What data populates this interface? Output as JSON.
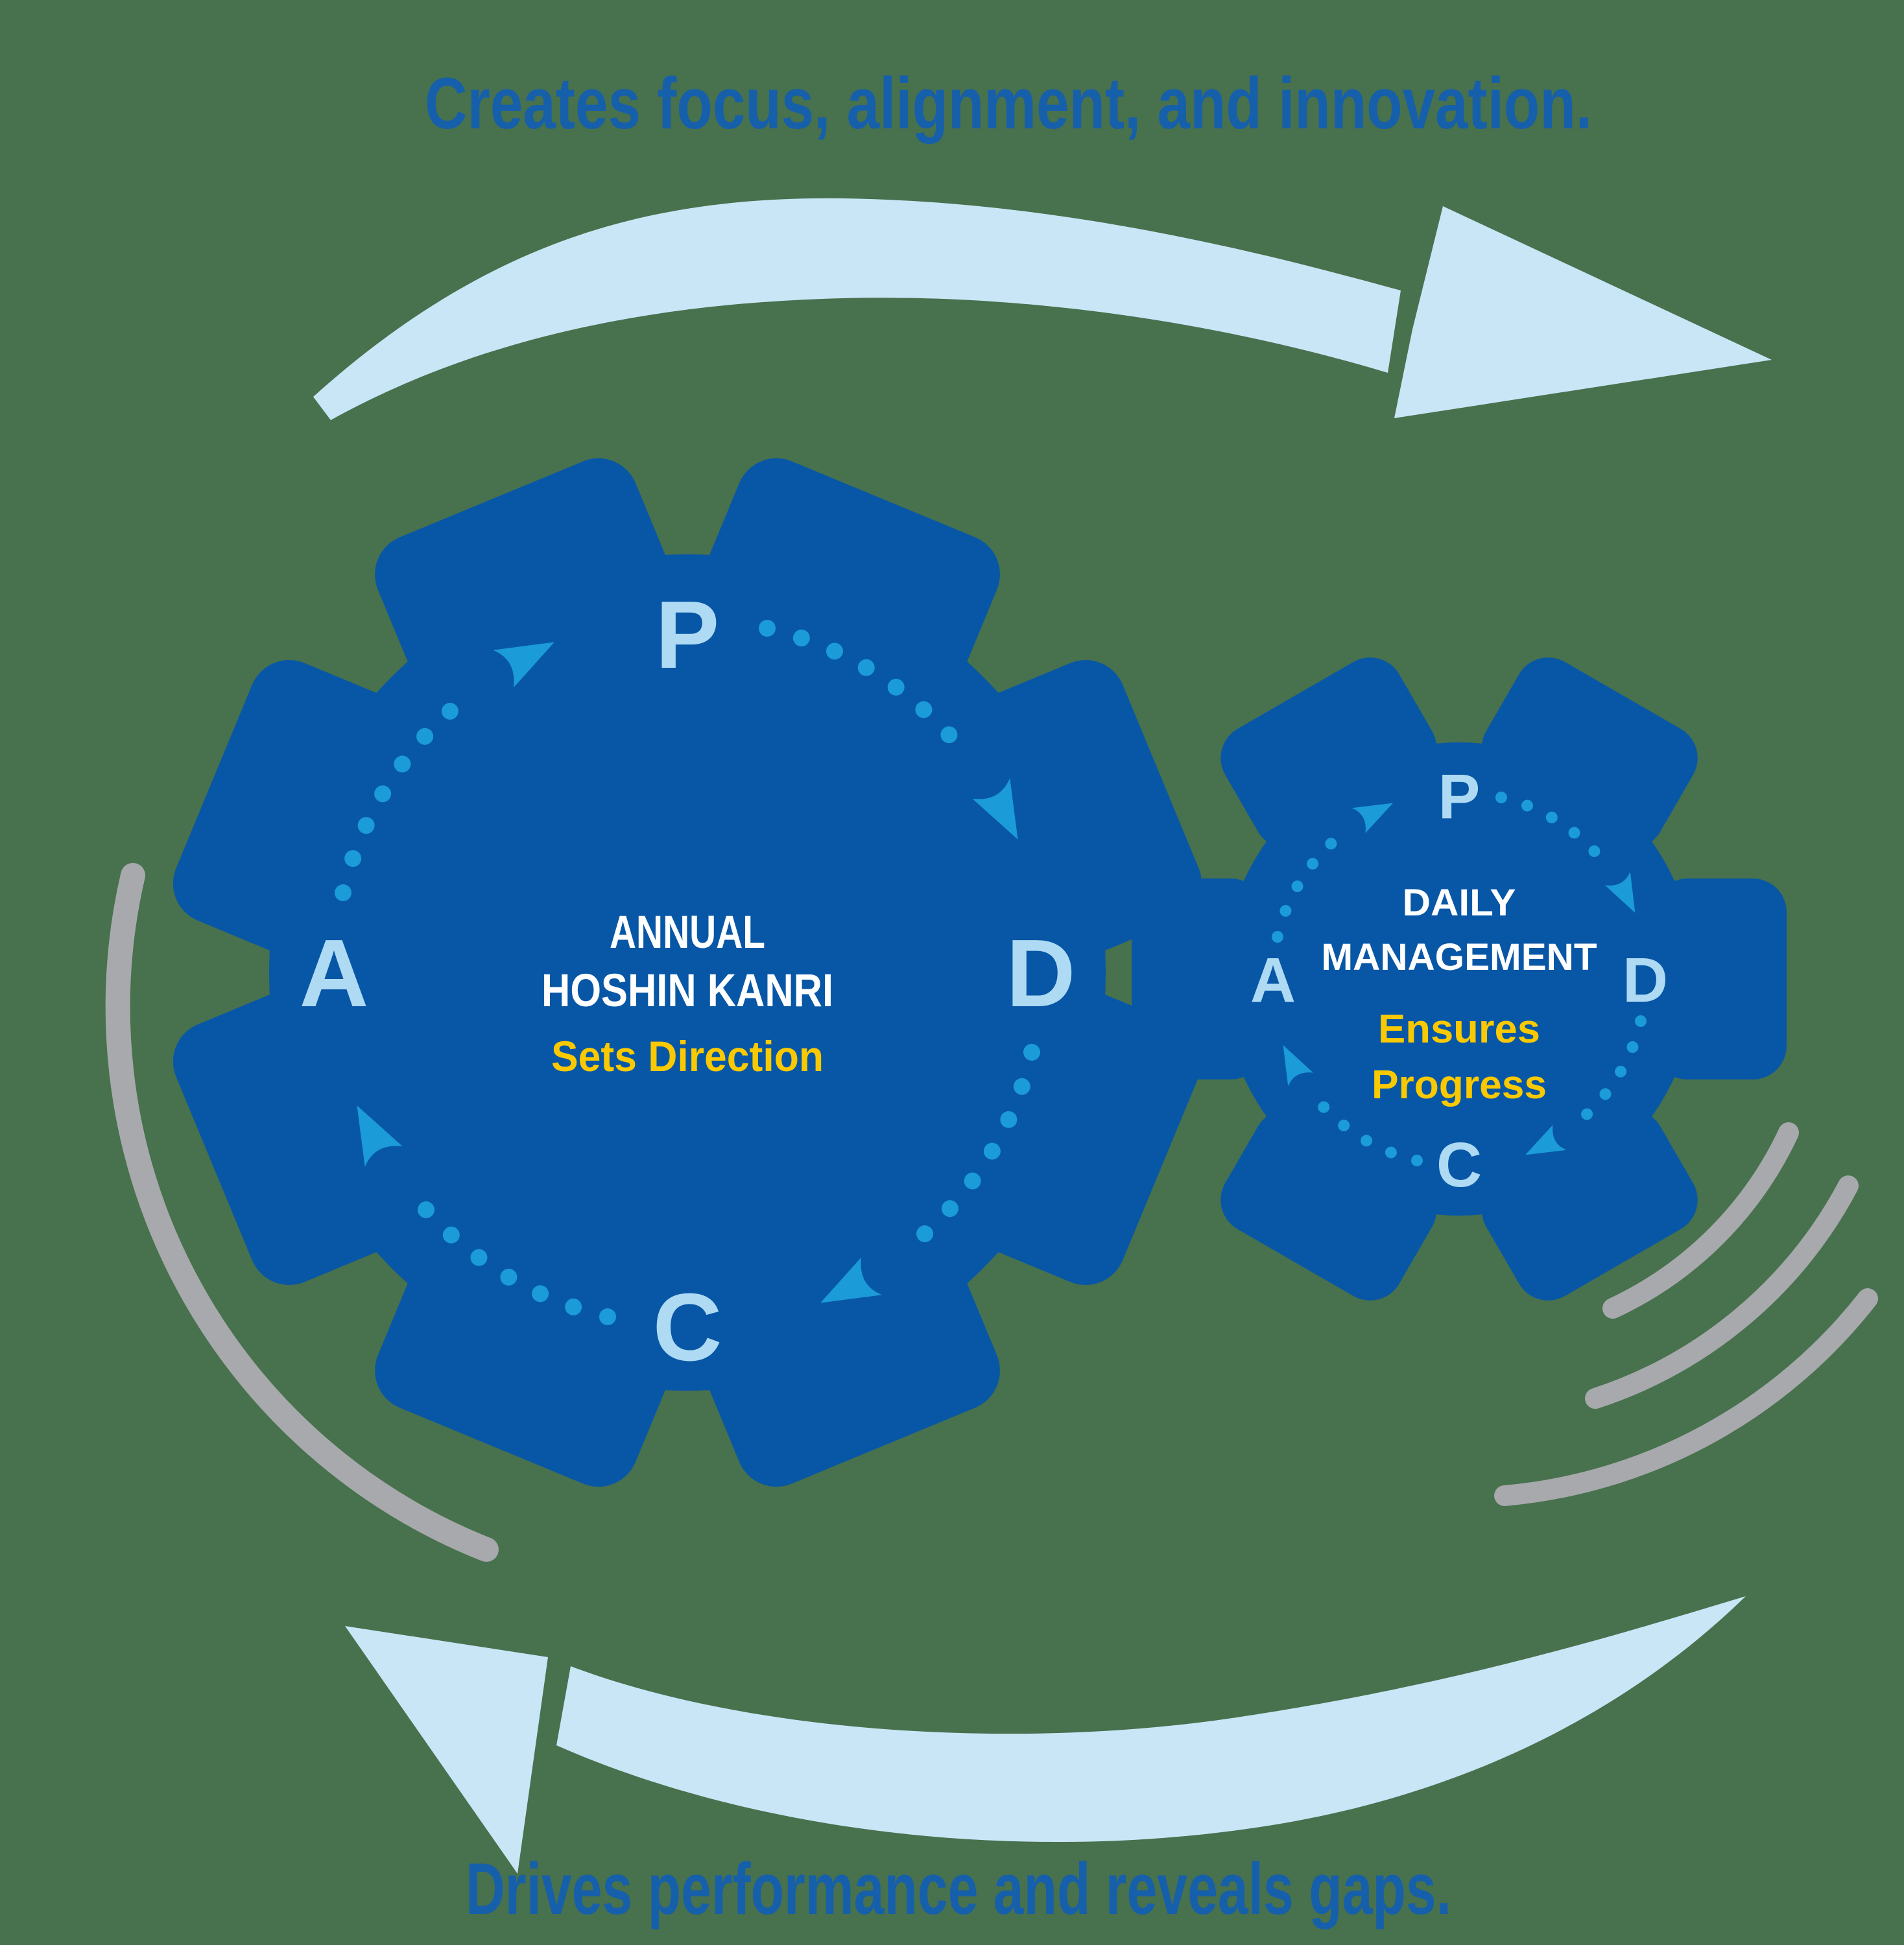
{
  "headings": {
    "top": "Creates focus, alignment, and innovation.",
    "bottom": "Drives performance and reveals gaps."
  },
  "large_gear": {
    "title_line1": "ANNUAL",
    "title_line2": "HOSHIN KANRI",
    "subtitle": "Sets Direction",
    "letters": {
      "plan": "P",
      "do": "D",
      "check": "C",
      "act": "A"
    }
  },
  "small_gear": {
    "title_line1": "DAILY",
    "title_line2": "MANAGEMENT",
    "subtitle_line1": "Ensures",
    "subtitle_line2": "Progress",
    "letters": {
      "plan": "P",
      "do": "D",
      "check": "C",
      "act": "A"
    }
  },
  "colors": {
    "background": "#48714E",
    "gear_blue": "#0857A6",
    "dot_blue": "#1B9BD8",
    "pale_blue": "#AEDAF4",
    "swoosh_blue": "#C9E6F7",
    "heading_blue": "#165FAB",
    "accent_yellow": "#FBC900",
    "motion_gray": "#A7A9AC",
    "center_text_white": "#FFFFFF"
  }
}
